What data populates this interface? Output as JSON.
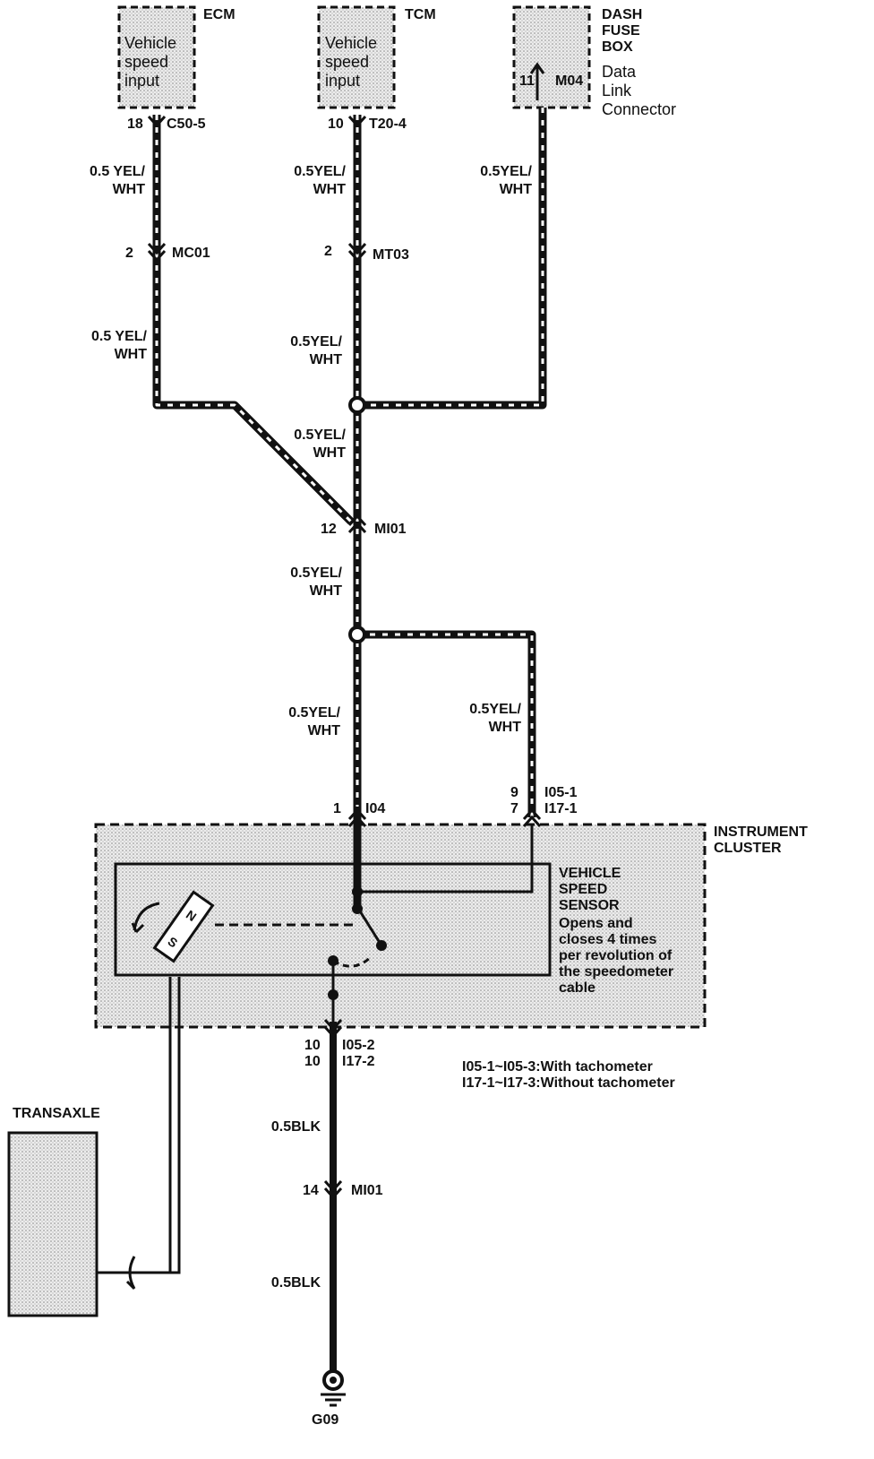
{
  "components": {
    "ecm": {
      "name": "ECM",
      "text": "Vehicle\nspeed\ninput"
    },
    "tcm": {
      "name": "TCM",
      "text": "Vehicle\nspeed\ninput"
    },
    "dash": {
      "name": "DASH\nFUSE\nBOX",
      "text": "Data\nLink\nConnector"
    },
    "cluster": {
      "name": "INSTRUMENT\nCLUSTER"
    },
    "sensor": {
      "name": "VEHICLE\nSPEED\nSENSOR",
      "desc": "Opens and\ncloses 4 times\nper revolution of\nthe speedometer\ncable"
    },
    "transaxle": {
      "name": "TRANSAXLE"
    },
    "ground": {
      "name": "G09"
    }
  },
  "connectors": {
    "ecm_pin": "18",
    "ecm_conn": "C50-5",
    "tcm_pin": "10",
    "tcm_conn": "T20-4",
    "dlc_pin": "11",
    "dlc_conn": "M04",
    "mc01_pin": "2",
    "mc01": "MC01",
    "mt03_pin": "2",
    "mt03": "MT03",
    "mi01_pin": "12",
    "mi01": "MI01",
    "i04_pin": "1",
    "i04": "I04",
    "i05_pins": "9\n7",
    "i05": "I05-1\nI17-1",
    "i05_2_pins": "10\n10",
    "i05_2": "I05-2\nI17-2",
    "mi01b_pin": "14",
    "mi01b": "MI01"
  },
  "wires": {
    "w1": "0.5 YEL/\nWHT",
    "w2": "0.5YEL/\nWHT",
    "w3": "0.5YEL/\nWHT",
    "w4": "0.5 YEL/\nWHT",
    "w5": "0.5YEL/\nWHT",
    "w6": "0.5YEL/\nWHT",
    "w7": "0.5YEL/\nWHT",
    "w8": "0.5YEL/\nWHT",
    "w9": "0.5YEL/\nWHT",
    "w10": "0.5BLK",
    "w11": "0.5BLK"
  },
  "notes": {
    "n1": "I05-1~I05-3:With tachometer",
    "n2": "I17-1~I17-3:Without tachometer"
  },
  "colors": {
    "wire": "#111111",
    "fill": "#d9d9d9",
    "dash_wire": "#ffffff"
  }
}
